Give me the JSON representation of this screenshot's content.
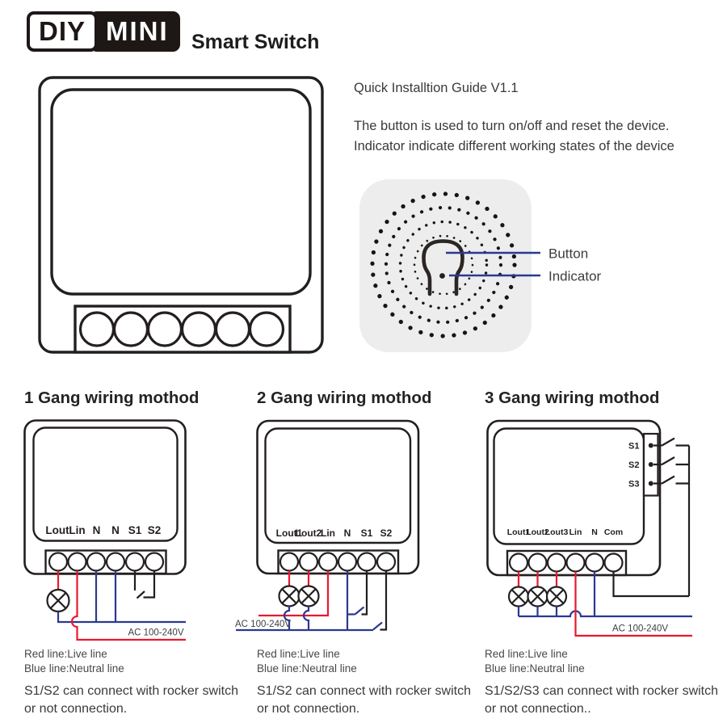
{
  "header": {
    "logo": {
      "diy": "DIY",
      "mini": "MINI"
    },
    "title": "Smart Switch"
  },
  "intro": {
    "guide_title": "Quick Installtion Guide V1.1",
    "description_line1": "The button is used to turn on/off and reset the device.",
    "description_line2": "Indicator indicate different working states of the device",
    "button_label": "Button",
    "indicator_label": "Indicator"
  },
  "sections": [
    {
      "heading": "1 Gang wiring mothod",
      "terminals": [
        "Lout",
        "Lin",
        "N",
        "N",
        "S1",
        "S2"
      ],
      "ac_label": "AC 100-240V",
      "legend_red": "Red line:Live line",
      "legend_blue": "Blue line:Neutral line",
      "note_line1": "S1/S2 can connect with rocker switch",
      "note_line2": "or not connection."
    },
    {
      "heading": "2 Gang wiring mothod",
      "terminals": [
        "Lout1",
        "Lout2",
        "Lin",
        "N",
        "S1",
        "S2"
      ],
      "ac_label": "AC 100-240V",
      "legend_red": "Red line:Live line",
      "legend_blue": "Blue line:Neutral line",
      "note_line1": "S1/S2 can connect with rocker switch",
      "note_line2": "or not connection."
    },
    {
      "heading": "3 Gang wiring mothod",
      "terminals": [
        "Lout1",
        "Lout2",
        "Lout3",
        "Lin",
        "N",
        "Com"
      ],
      "switch_labels": [
        "S1",
        "S2",
        "S3"
      ],
      "ac_label": "AC 100-240V",
      "legend_red": "Red line:Live line",
      "legend_blue": "Blue line:Neutral line",
      "note_line1": "S1/S2/S3 can connect with rocker switch",
      "note_line2": "or not connection.."
    }
  ],
  "colors": {
    "live_line": "#e8192d",
    "neutral_line": "#2b3990",
    "diagram_stroke": "#231f20",
    "pointer_line": "#2b3990"
  }
}
